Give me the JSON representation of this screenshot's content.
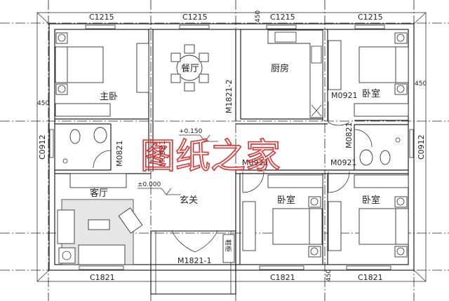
{
  "windows": {
    "top": [
      "C1215",
      "C1215",
      "C1215",
      "C1215"
    ],
    "bottom": [
      "C1821",
      "C1821",
      "C1821"
    ],
    "left": "C0912",
    "right": "C0912"
  },
  "dimensions": {
    "left": "450",
    "right": "450",
    "top": "450",
    "bottom": "450"
  },
  "rooms": {
    "master_bedroom": "主卧",
    "dining": "餐厅",
    "kitchen": "厨房",
    "bedroom_top_right": "卧室",
    "living": "客厅",
    "entry": "玄关",
    "bedroom_bottom_middle": "卧室",
    "bedroom_bottom_right": "卧室",
    "shoe_cabinet": "鞋柜"
  },
  "doors": {
    "dining_kitchen": "M1821-2",
    "bedroom_top_right": "M0921",
    "bath_left": "M0821",
    "master": "M0921",
    "bedroom_mid": "M0921",
    "bedroom_right": "M0921",
    "bath_right": "M0821",
    "entrance": "M1821-1"
  },
  "levels": {
    "floor": "±0.000",
    "raised": "+0.150"
  },
  "watermark": "图纸之家"
}
